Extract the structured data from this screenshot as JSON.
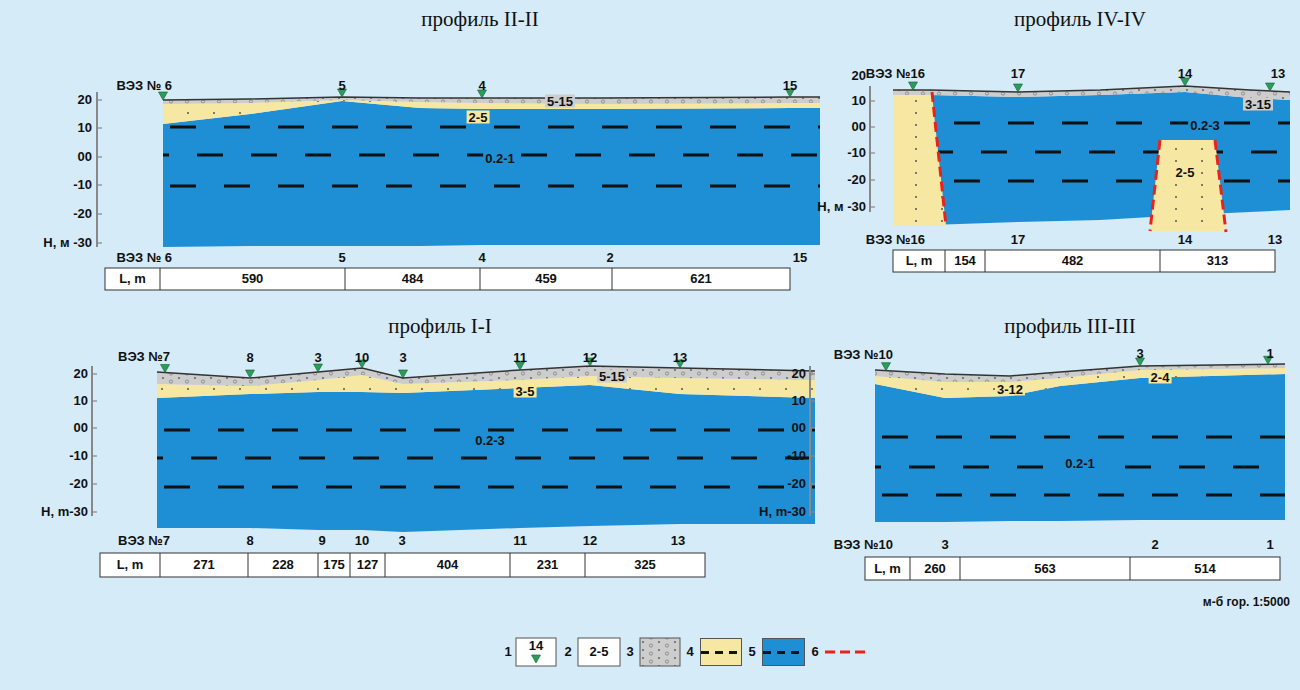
{
  "diagram": {
    "labels": [
      "профиль II-II",
      "20",
      "10",
      "00",
      "-10",
      "-20",
      "H, м -30",
      "ВЭЗ № 6",
      "5",
      "4",
      "15",
      "2-5",
      "5-15",
      "0.2-1",
      "ВЭЗ № 6",
      "5",
      "4",
      "2",
      "15",
      "L, m",
      "590",
      "484",
      "459",
      "621",
      "профиль IV-IV",
      "20",
      "10",
      "00",
      "-10",
      "-20",
      "H, м -30",
      "ВЭЗ №16",
      "17",
      "14",
      "13",
      "3-15",
      "0.2-3",
      "2-5",
      "ВЭЗ №16",
      "17",
      "14",
      "13",
      "L, m",
      "154",
      "482",
      "313",
      "профиль I-I",
      "20",
      "10",
      "00",
      "-10",
      "-20",
      "H, m-30",
      "ВЭЗ №7",
      "8",
      "3",
      "10",
      "3",
      "11",
      "12",
      "13",
      "3-5",
      "5-15",
      "0.2-3",
      "ВЭЗ №7",
      "8",
      "9",
      "10",
      "3",
      "11",
      "12",
      "13",
      "L, m",
      "271",
      "228",
      "175",
      "127",
      "404",
      "231",
      "325",
      "профиль III-III",
      "20",
      "10",
      "00",
      "-10",
      "-20",
      "H, m-30",
      "ВЭЗ №10",
      "3",
      "1",
      "3-12",
      "2-4",
      "0.2-1",
      "ВЭЗ №10",
      "3",
      "2",
      "1",
      "L, m",
      "260",
      "563",
      "514",
      "м-б гор. 1:5000",
      "14",
      "2-5"
    ],
    "legend": [
      {
        "text": "1"
      },
      {
        "text": "2"
      },
      {
        "text": "3"
      },
      {
        "text": "4",
        "color": "#f6e8a2"
      },
      {
        "text": "5",
        "color": "#1e8fd5"
      },
      {
        "text": "6"
      }
    ]
  }
}
